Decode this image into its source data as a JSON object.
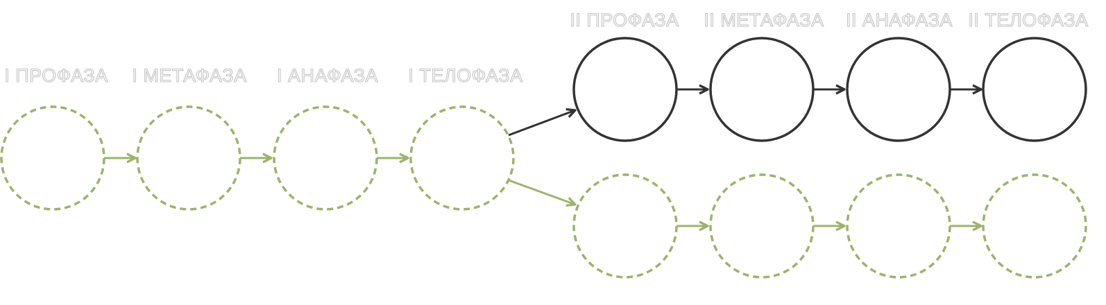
{
  "meiosis_one": {
    "labels": [
      "I ПРОФАЗА",
      "I МЕТАФАЗА",
      "I АНАФАЗА",
      "I ТЕЛОФАЗА"
    ]
  },
  "meiosis_two": {
    "labels": [
      "II ПРОФАЗА",
      "II МЕТАФАЗА",
      "II АНАФАЗА",
      "II ТЕЛОФАЗА"
    ]
  },
  "colors": {
    "active": "#333333",
    "inactive": "#9db36a",
    "label_outline": "#c4c4c4"
  }
}
